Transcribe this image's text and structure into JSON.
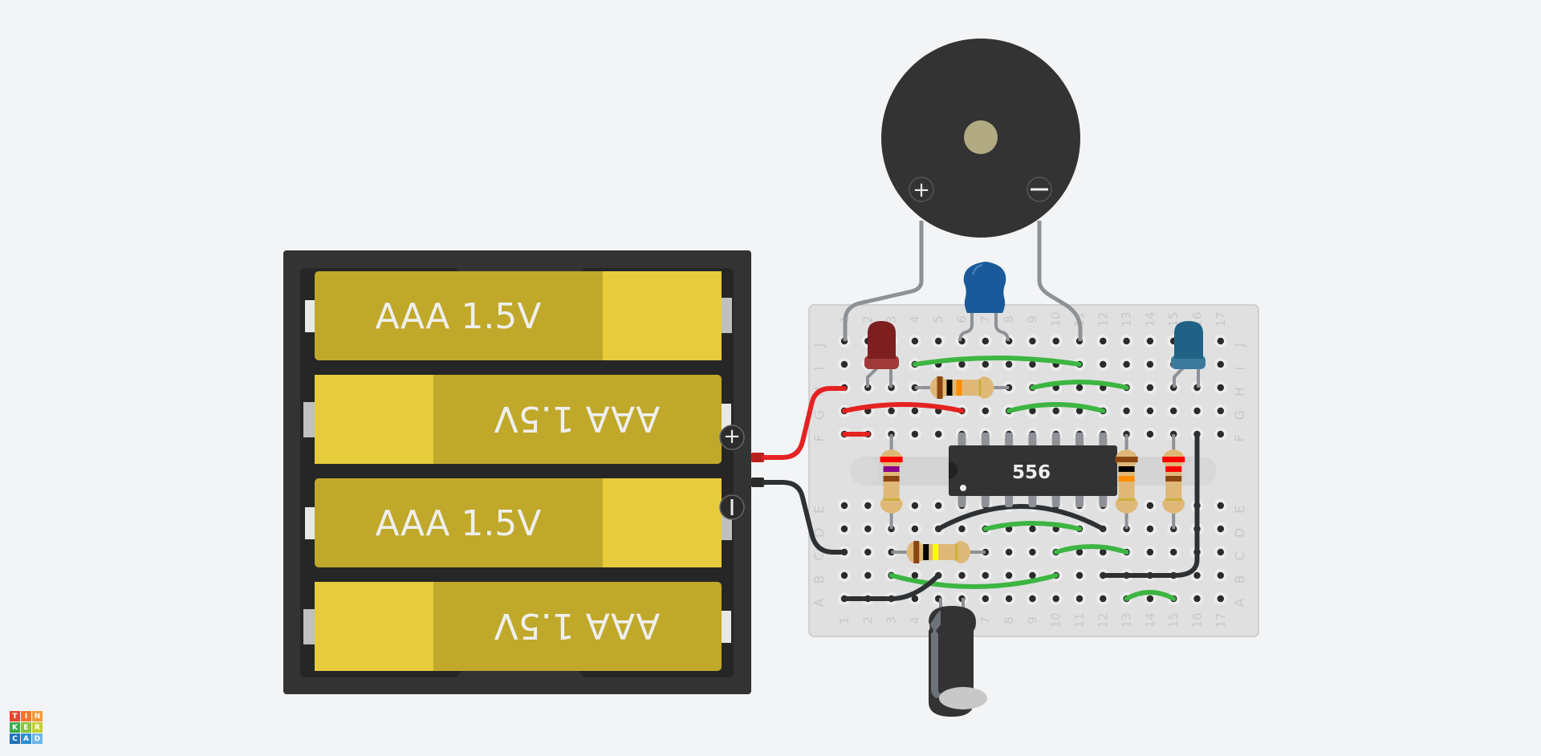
{
  "app": {
    "name": "Tinkercad Circuits"
  },
  "logo": {
    "letters": [
      "T",
      "I",
      "N",
      "K",
      "E",
      "R",
      "C",
      "A",
      "D"
    ],
    "colors": [
      "#e8452c",
      "#f0762e",
      "#f39a3a",
      "#3cae49",
      "#8ac33f",
      "#c3cf36",
      "#1e73be",
      "#2d8fd5",
      "#6fb6e6"
    ]
  },
  "battery_pack": {
    "name": "4x AAA battery pack",
    "cells": [
      {
        "label": "AAA 1.5V",
        "orientation": "normal"
      },
      {
        "label": "AAA 1.5V",
        "orientation": "flipped"
      },
      {
        "label": "AAA 1.5V",
        "orientation": "normal"
      },
      {
        "label": "AAA 1.5V",
        "orientation": "flipped"
      }
    ],
    "positive_terminal": "+",
    "negative_terminal": "−"
  },
  "buzzer": {
    "name": "Piezo buzzer",
    "positive": "+",
    "negative": "−"
  },
  "ic": {
    "label": "556"
  },
  "breadboard": {
    "name": "Small breadboard",
    "columns": [
      "1",
      "2",
      "3",
      "4",
      "5",
      "6",
      "7",
      "8",
      "9",
      "10",
      "11",
      "12",
      "13",
      "14",
      "15",
      "16",
      "17"
    ],
    "rows_top": [
      "J",
      "I",
      "H",
      "G",
      "F"
    ],
    "rows_bottom": [
      "E",
      "D",
      "C",
      "B",
      "A"
    ]
  },
  "components": {
    "led_red": {
      "name": "Red LED",
      "color": "#7d1f1f"
    },
    "led_blue": {
      "name": "Blue LED",
      "color": "#1f6285"
    },
    "ceramic_cap": {
      "name": "Ceramic capacitor",
      "color": "#1a5a9a"
    },
    "electrolytic_cap": {
      "name": "Electrolytic capacitor"
    },
    "resistors": [
      {
        "name": "resistor-h-top",
        "bands": [
          "#8b4513",
          "#000000",
          "#ff8c00",
          "#c9b037"
        ]
      },
      {
        "name": "resistor-v-left",
        "bands": [
          "#ff0000",
          "#8b008b",
          "#8b4513",
          "#c9b037"
        ]
      },
      {
        "name": "resistor-v-right1",
        "bands": [
          "#8b4513",
          "#000000",
          "#ff8c00",
          "#c9b037"
        ]
      },
      {
        "name": "resistor-v-right2",
        "bands": [
          "#ff0000",
          "#ff0000",
          "#8b4513",
          "#c9b037"
        ]
      },
      {
        "name": "resistor-h-bottom",
        "bands": [
          "#8b4513",
          "#000000",
          "#ffff00",
          "#c9b037"
        ]
      }
    ]
  },
  "colors": {
    "background": "#f3f4f6",
    "battery_case": "#333333",
    "battery_dark": "#c0a82a",
    "battery_light": "#e6cb3c",
    "wire_red": "#e52222",
    "wire_black": "#2e3133",
    "wire_green": "#3db542",
    "lead_gray": "#8e9296",
    "board": "#e0e0e0"
  }
}
